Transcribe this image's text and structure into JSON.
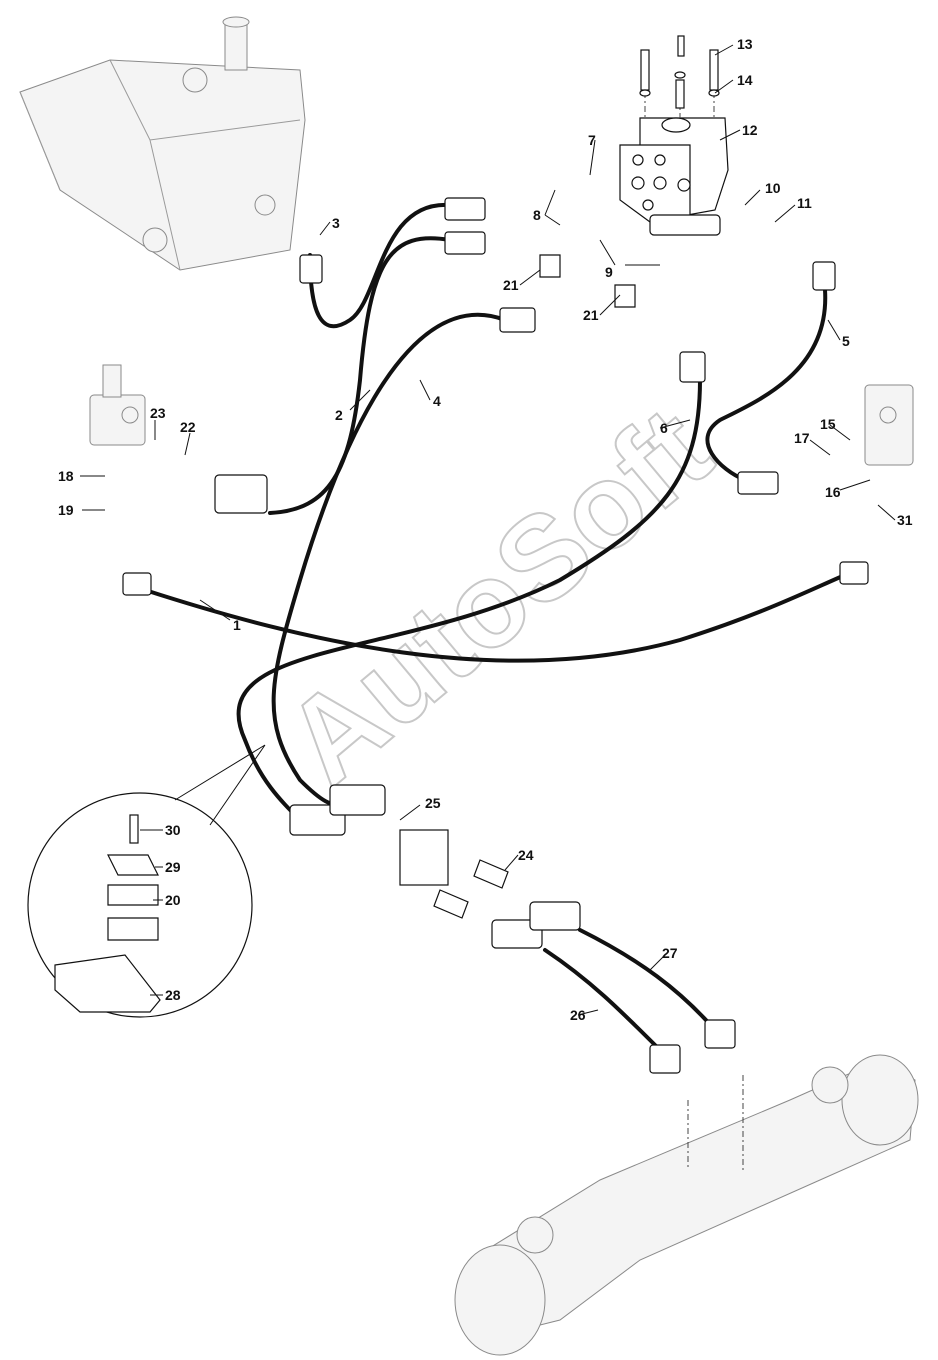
{
  "watermark": "AutoSoft",
  "callouts": {
    "c1": "1",
    "c2": "2",
    "c3": "3",
    "c4": "4",
    "c5": "5",
    "c6": "6",
    "c7": "7",
    "c8": "8",
    "c9": "9",
    "c10": "10",
    "c11": "11",
    "c12": "12",
    "c13": "13",
    "c14": "14",
    "c15": "15",
    "c16": "16",
    "c17": "17",
    "c18": "18",
    "c19": "19",
    "c20": "20",
    "c21a": "21",
    "c21b": "21",
    "c22": "22",
    "c23": "23",
    "c24": "24",
    "c25": "25",
    "c26": "26",
    "c27": "27",
    "c28": "28",
    "c29": "29",
    "c30": "30",
    "c31": "31"
  }
}
